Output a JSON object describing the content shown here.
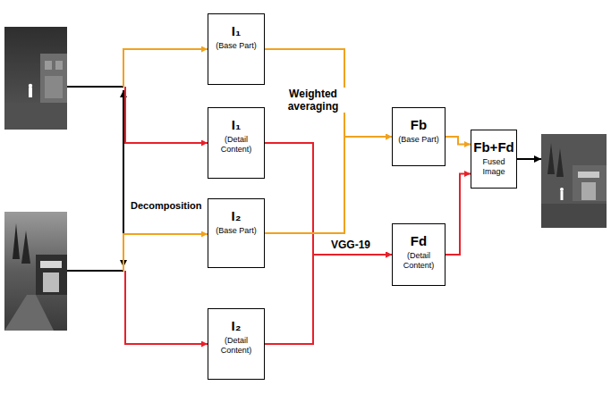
{
  "diagram": {
    "nodes": [
      {
        "text": [
          "I₁",
          "(Base Part)"
        ]
      },
      {
        "text": [
          "I₁",
          "(Detail Content)"
        ]
      },
      {
        "text": [
          "I₂",
          "(Base Part)"
        ]
      },
      {
        "text": [
          "I₂",
          "(Detail Content)"
        ]
      },
      {
        "text": [
          "Fb",
          "(Base Part)"
        ]
      },
      {
        "text": [
          "Fd",
          "(Detail Content)"
        ]
      },
      {
        "text": [
          "Fb+Fd",
          "Fused Image"
        ]
      }
    ],
    "edges": [
      {
        "from": 0,
        "to": 4,
        "arrow": "to",
        "label": "Weighted averaging"
      },
      {
        "from": 1,
        "to": 5,
        "arrow": "to",
        "label": "VGG-19"
      },
      {
        "from": 2,
        "to": 4,
        "arrow": "to"
      },
      {
        "from": 3,
        "to": 5,
        "arrow": "to"
      },
      {
        "from": 4,
        "to": 6,
        "arrow": "to"
      },
      {
        "from": 5,
        "to": 6,
        "arrow": "to"
      }
    ],
    "labels": [
      "Decomposition"
    ]
  }
}
